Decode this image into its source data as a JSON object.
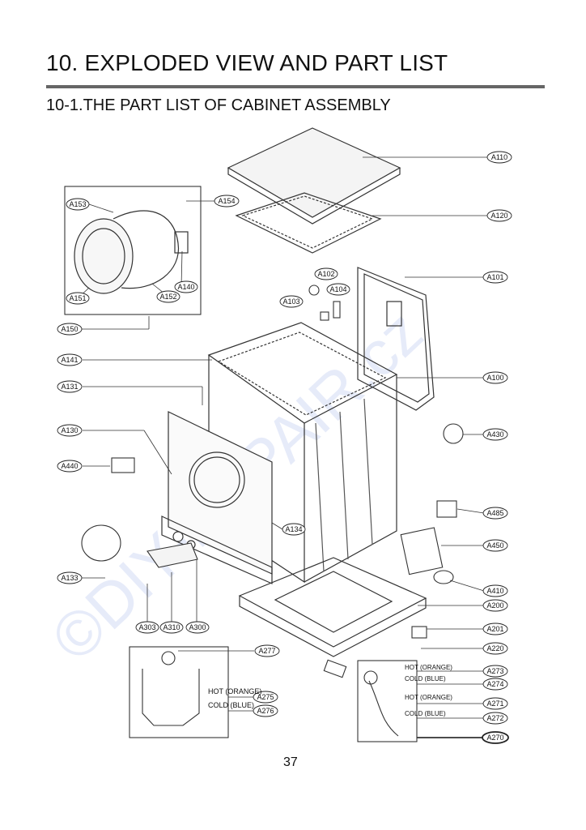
{
  "header": {
    "title": "10. EXPLODED VIEW AND PART LIST",
    "subtitle": "10-1.THE PART LIST OF CABINET ASSEMBLY"
  },
  "watermark": "©DIY-REPAIR.cz",
  "part_labels": {
    "A110": "A110",
    "A120": "A120",
    "A101": "A101",
    "A100": "A100",
    "A154": "A154",
    "A153": "A153",
    "A151": "A151",
    "A152": "A152",
    "A140": "A140",
    "A150": "A150",
    "A102": "A102",
    "A104": "A104",
    "A103": "A103",
    "A141": "A141",
    "A131": "A131",
    "A130": "A130",
    "A430": "A430",
    "A440": "A440",
    "A485": "A485",
    "A134": "A134",
    "A450": "A450",
    "A133": "A133",
    "A410": "A410",
    "A200": "A200",
    "A303": "A303",
    "A310": "A310",
    "A300": "A300",
    "A201": "A201",
    "A220": "A220",
    "A277": "A277",
    "A273": "A273",
    "A274": "A274",
    "A275": "A275",
    "A276": "A276",
    "A271": "A271",
    "A272": "A272",
    "A270": "A270"
  },
  "notes": {
    "hot_left": "HOT (ORANGE)",
    "cold_left": "COLD (BLUE)",
    "hot_right_1": "HOT (ORANGE)",
    "cold_right_1": "COLD (BLUE)",
    "hot_right_2": "HOT (ORANGE)",
    "cold_right_2": "COLD (BLUE)"
  },
  "footer": {
    "page_number": "37"
  }
}
